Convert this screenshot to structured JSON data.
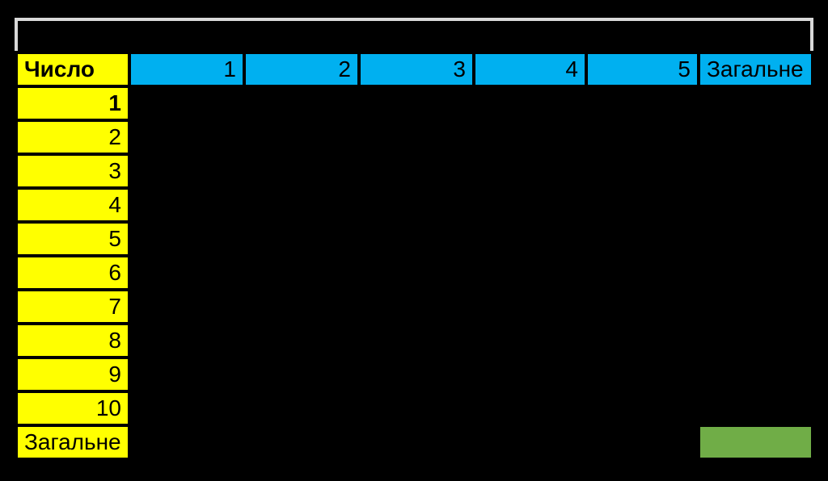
{
  "window": {
    "background": "#000000"
  },
  "title_box": {
    "text": ""
  },
  "table": {
    "corner_header": "Число",
    "column_headers": [
      "1",
      "2",
      "3",
      "4",
      "5",
      "Загальне"
    ],
    "row_labels": [
      "1",
      "2",
      "3",
      "4",
      "5",
      "6",
      "7",
      "8",
      "9",
      "10"
    ],
    "total_row_label": "Загальне",
    "body_cell_text": "",
    "total_green_cell_text": ""
  },
  "colors": {
    "canvas_background": "#000000",
    "title_box_border": "#d9d9d9",
    "header_fill_blue": "#00b0f0",
    "label_fill_yellow": "#ffff00",
    "total_cell_green": "#70ad47",
    "cell_border_black": "#000000"
  }
}
